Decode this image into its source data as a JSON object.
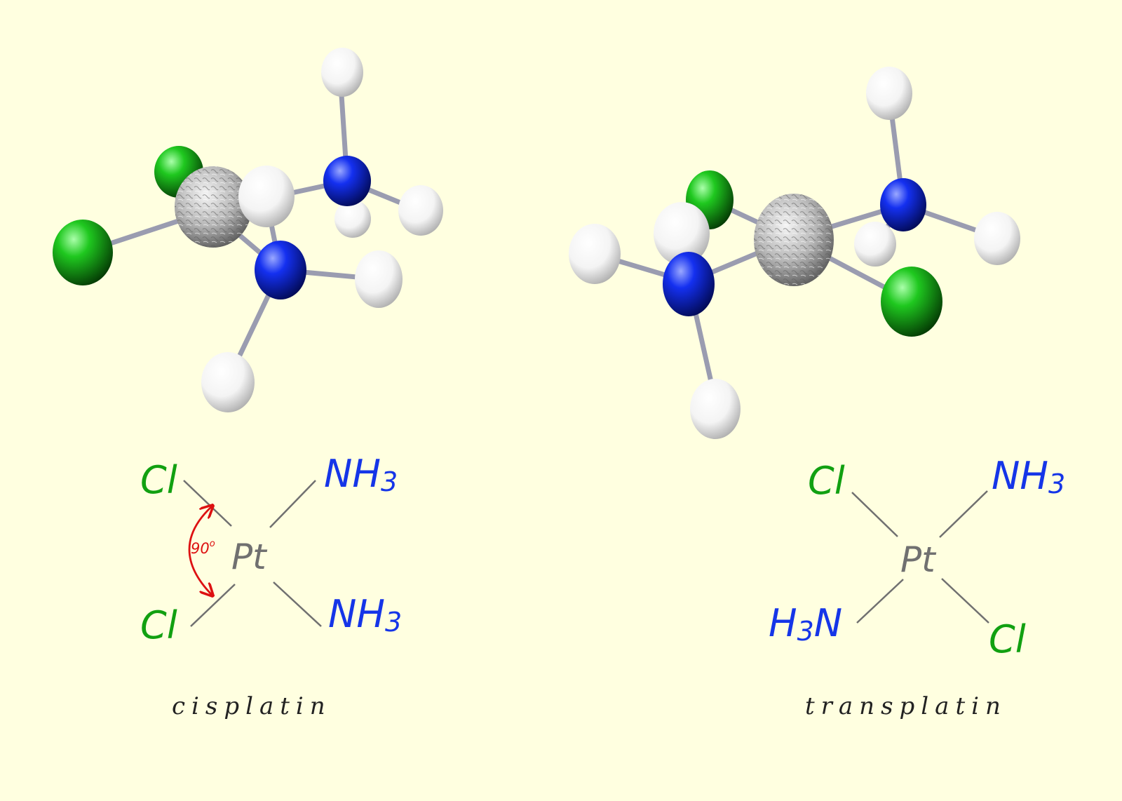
{
  "colors": {
    "background": "#ffffe0",
    "chlorine": "#11a011",
    "nitrogen": "#1535e8",
    "platinum": "#707070",
    "hydrogen": "#ffffff",
    "bond": "#9a9cb0",
    "caption": "#222222",
    "angle": "#dd1111"
  },
  "cisplatin": {
    "caption": "cisplatin",
    "labels": {
      "pt": "Pt",
      "cl_top": "Cl",
      "cl_bottom": "Cl",
      "nh3_top_n": "NH",
      "nh3_top_sub": "3",
      "nh3_bottom_n": "NH",
      "nh3_bottom_sub": "3"
    },
    "angle": {
      "value": "90",
      "unit": "o"
    }
  },
  "transplatin": {
    "caption": "transplatin",
    "labels": {
      "pt": "Pt",
      "cl_top": "Cl",
      "cl_bottom": "Cl",
      "nh3_top_n": "NH",
      "nh3_top_sub": "3",
      "h3n_h": "H",
      "h3n_sub": "3",
      "h3n_n": "N"
    }
  }
}
